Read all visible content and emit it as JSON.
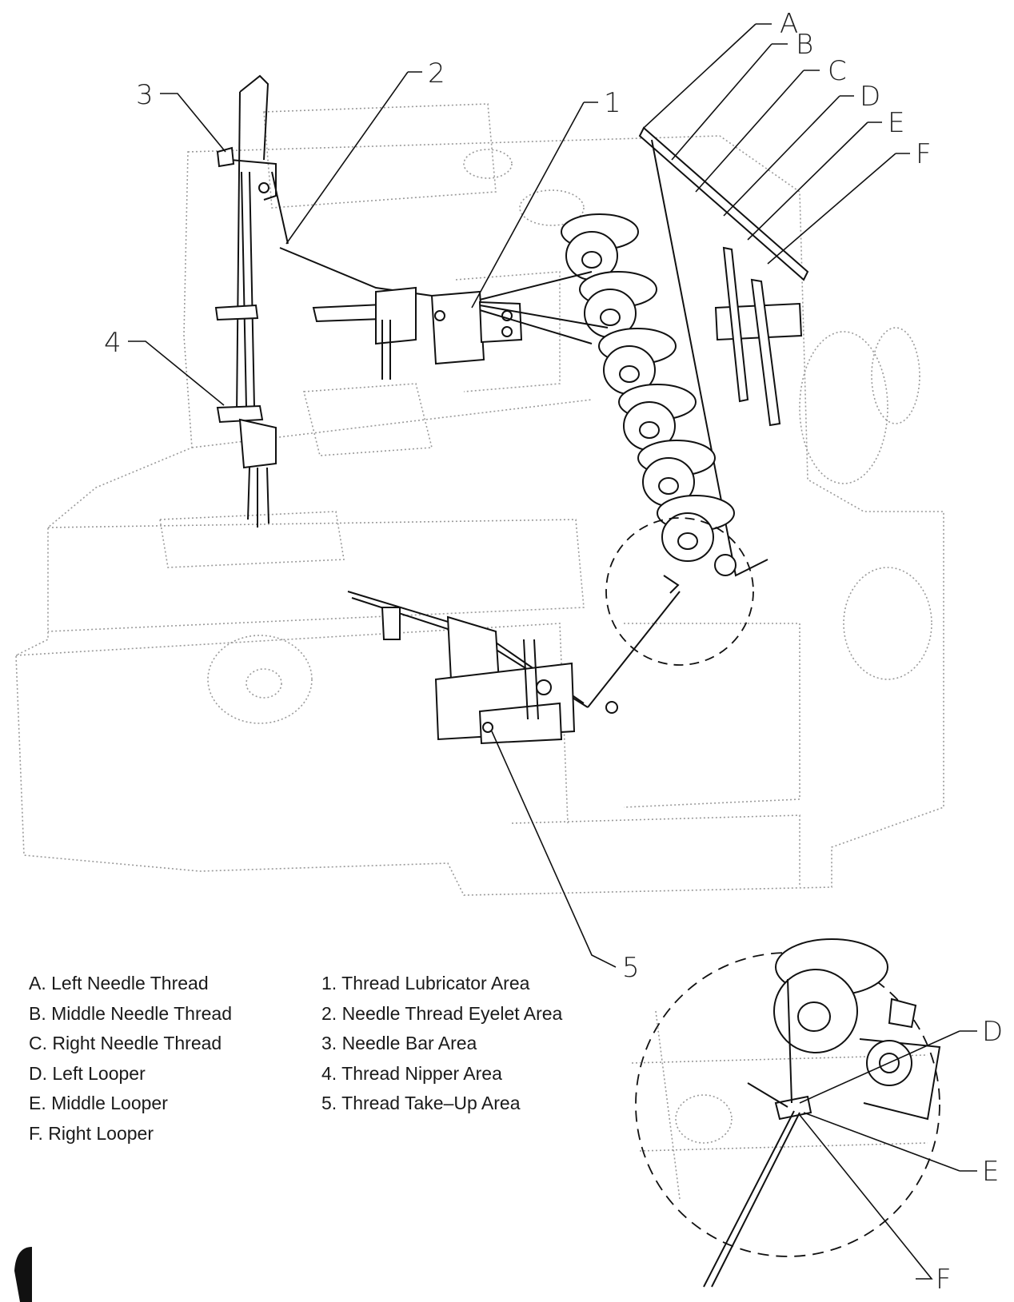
{
  "callouts": {
    "A": "A",
    "B": "B",
    "C": "C",
    "D": "D",
    "E": "E",
    "F": "F",
    "n1": "1",
    "n2": "2",
    "n3": "3",
    "n4": "4",
    "n5": "5",
    "inset_D": "D",
    "inset_E": "E",
    "inset_F": "F"
  },
  "legend_letters": [
    "A. Left Needle Thread",
    "B. Middle Needle Thread",
    "C. Right Needle Thread",
    "D. Left Looper",
    "E. Middle Looper",
    "F. Right Looper"
  ],
  "legend_numbers": [
    "1. Thread Lubricator Area",
    "2. Needle Thread Eyelet Area",
    "3. Needle Bar Area",
    "4. Thread Nipper Area",
    "5. Thread Take–Up Area"
  ]
}
